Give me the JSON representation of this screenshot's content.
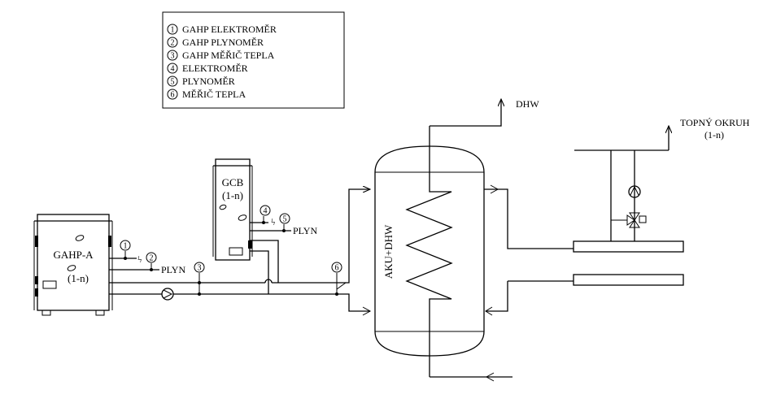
{
  "legend": {
    "items": [
      {
        "num": "1",
        "text": "GAHP ELEKTROMĚR"
      },
      {
        "num": "2",
        "text": "GAHP PLYNOMĚR"
      },
      {
        "num": "3",
        "text": "GAHP MĚŘIČ TEPLA"
      },
      {
        "num": "4",
        "text": "ELEKTROMĚR"
      },
      {
        "num": "5",
        "text": "PLYNOMĚR"
      },
      {
        "num": "6",
        "text": "MĚŘIČ TEPLA"
      }
    ]
  },
  "units": {
    "gahp": {
      "name": "GAHP-A",
      "qty": "(1-n)"
    },
    "gcb": {
      "name": "GCB",
      "qty": "(1-n)"
    }
  },
  "tank": {
    "label": "AKU+DHW"
  },
  "labels": {
    "dhw": "DHW",
    "heating_circuit": "TOPNÝ OKRUH",
    "heating_circuit_qty": "(1-n)",
    "gas_gahp": "PLYN",
    "gas_gcb": "PLYN"
  },
  "markers": {
    "m1": "1",
    "m2": "2",
    "m3": "3",
    "m4": "4",
    "m5": "5",
    "m6": "6"
  },
  "symbols": {
    "electric": "ϟ"
  }
}
